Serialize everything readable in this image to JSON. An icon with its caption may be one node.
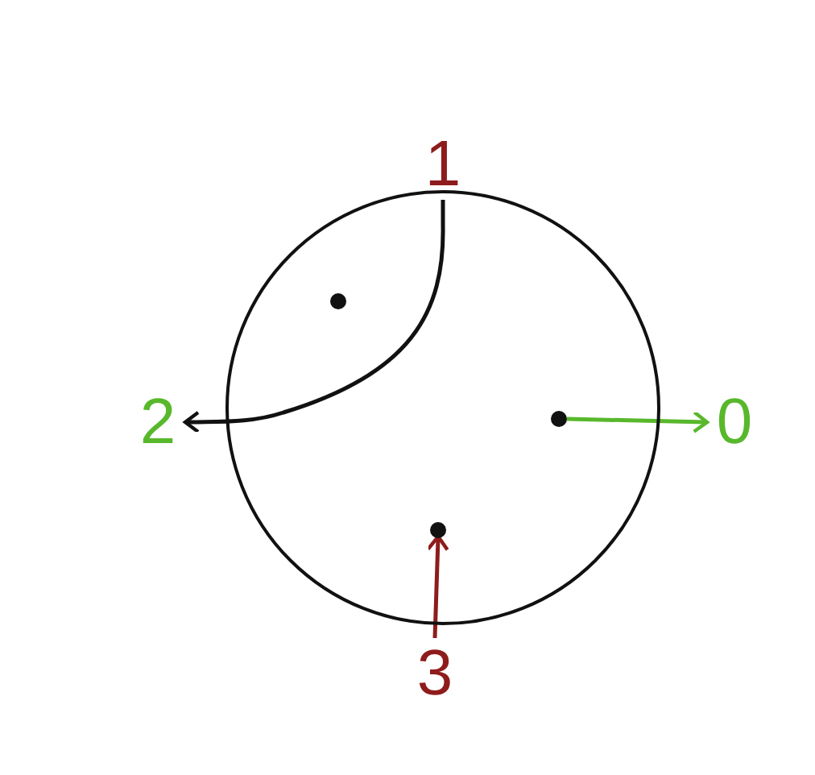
{
  "diagram": {
    "nodes": [
      {
        "text": [
          "1"
        ]
      },
      {
        "text": [
          "2"
        ]
      },
      {
        "text": [
          "0"
        ]
      },
      {
        "text": [
          "3"
        ]
      },
      {
        "text": [],
        "shape": "circle"
      },
      {
        "text": [],
        "shape": "circle",
        "in": 4
      },
      {
        "text": [],
        "shape": "circle",
        "in": 4
      },
      {
        "text": [],
        "shape": "circle",
        "in": 4
      }
    ],
    "edges": [
      {
        "from": 0,
        "to": 1,
        "arrow": "to"
      },
      {
        "from": 6,
        "to": 2,
        "arrow": "to",
        "color": "#58b82c"
      },
      {
        "from": 3,
        "to": 7,
        "arrow": "to",
        "color": "#8e1c1c"
      }
    ]
  }
}
